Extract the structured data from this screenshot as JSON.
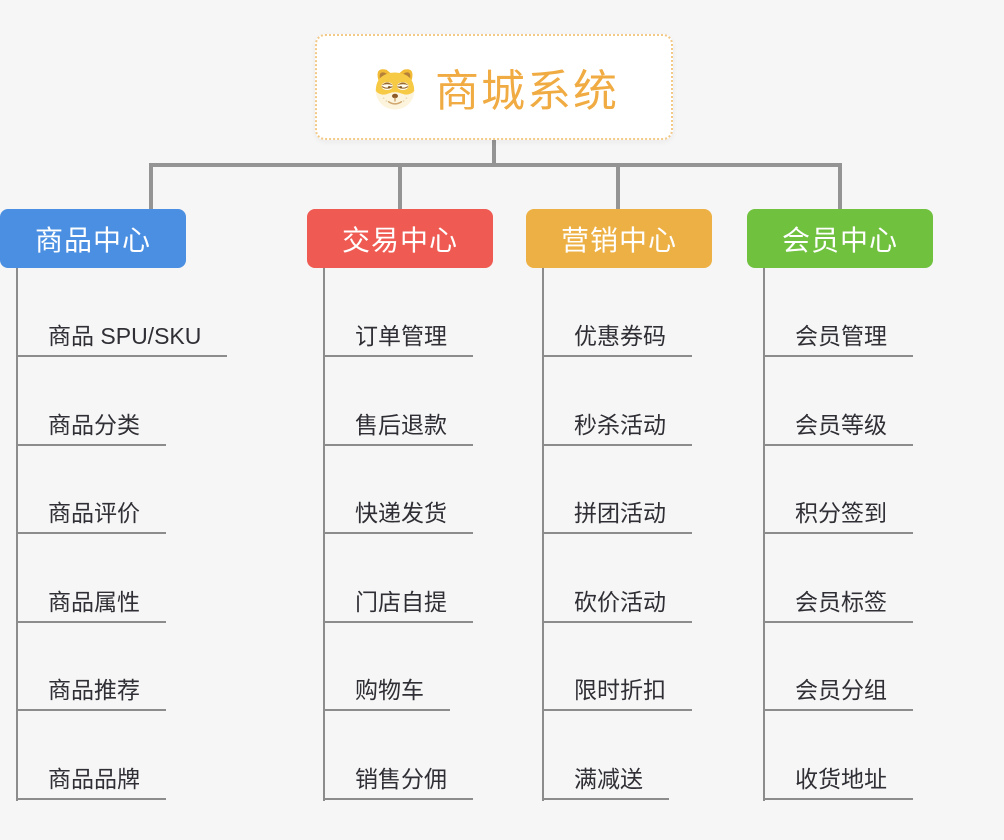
{
  "root": {
    "title": "商城系统",
    "icon": "dog-face-icon"
  },
  "columns": [
    {
      "label": "商品中心",
      "color": "#4a8fe2",
      "items": [
        "商品 SPU/SKU",
        "商品分类",
        "商品评价",
        "商品属性",
        "商品推荐",
        "商品品牌"
      ]
    },
    {
      "label": "交易中心",
      "color": "#ef5b53",
      "items": [
        "订单管理",
        "售后退款",
        "快递发货",
        "门店自提",
        "购物车",
        "销售分佣"
      ]
    },
    {
      "label": "营销中心",
      "color": "#edb044",
      "items": [
        "优惠券码",
        "秒杀活动",
        "拼团活动",
        "砍价活动",
        "限时折扣",
        "满减送"
      ]
    },
    {
      "label": "会员中心",
      "color": "#6fc13e",
      "items": [
        "会员管理",
        "会员等级",
        "积分签到",
        "会员标签",
        "会员分组",
        "收货地址"
      ]
    }
  ],
  "colors": {
    "background": "#f6f6f6",
    "connector": "#949494",
    "leaf_line": "#8c8c8c",
    "leaf_text": "#2f2f35",
    "root_text": "#f0ab42",
    "root_border": "#f3c988"
  }
}
